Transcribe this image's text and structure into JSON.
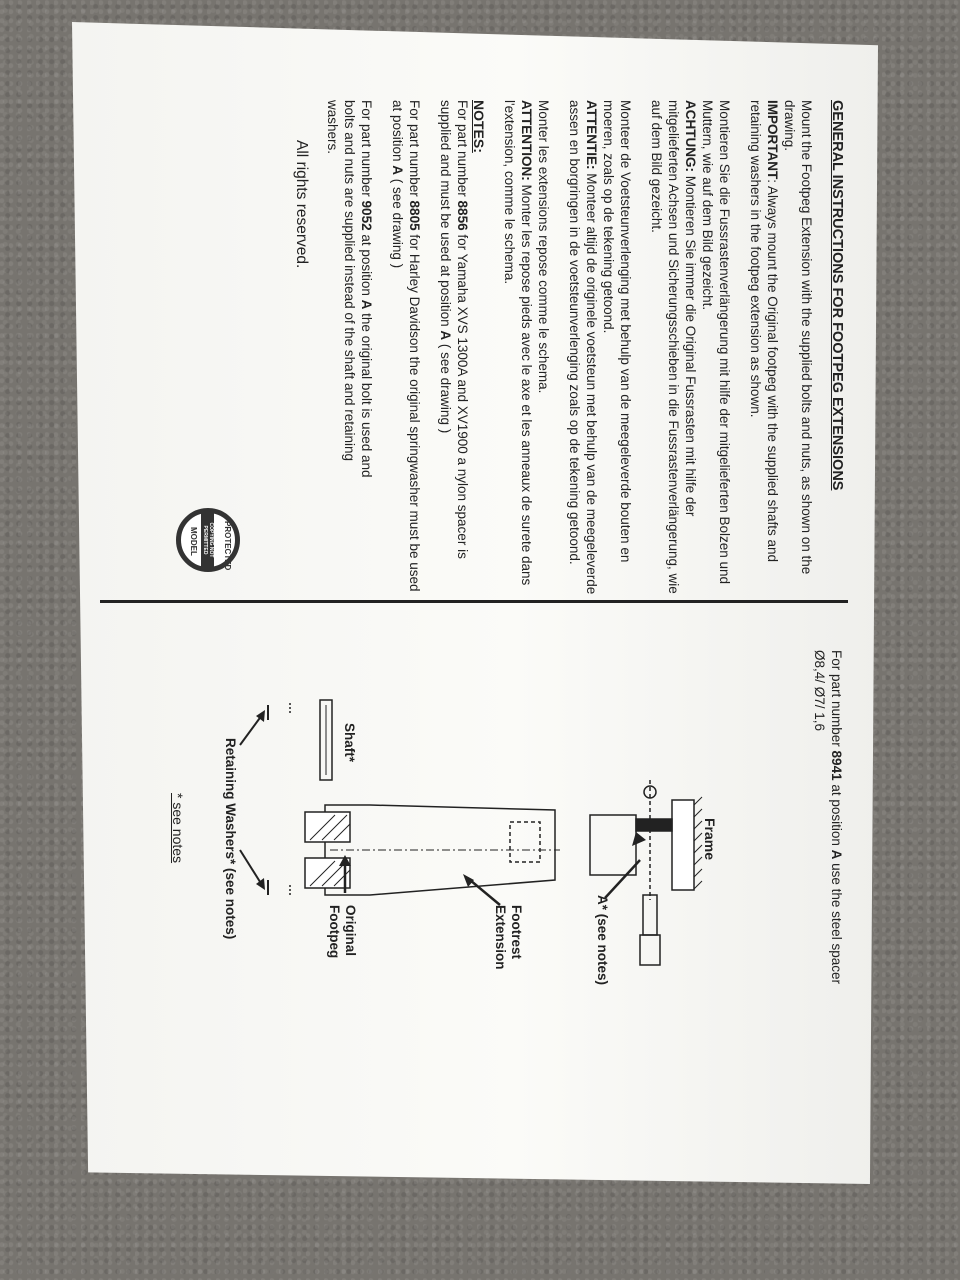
{
  "left_page": {
    "title": "GENERAL INSTRUCTIONS FOR FOOTPEG EXTENSIONS",
    "en": {
      "line1": "Mount the Footpeg Extension with the supplied bolts and nuts, as shown on the drawing.",
      "important_label": "IMPORTANT",
      "important_text": ": Always mount the Original footpeg with the supplied shafts and retaining washers in the footpeg extension as shown."
    },
    "de": {
      "line1": "Montieren Sie die Fussrastenverlängerung mit hilfe der mitgelieferten Bolzen und Muttern, wie auf dem Bild gezeicht.",
      "achtung_label": "ACHTUNG:",
      "achtung_text": " Montieren Sie immer die Original Fussrasten mit hilfe der mitgelieferten Achsen und Sicherungsschieben in die Fussrastenverlängerung, wie auf dem Bild gezeicht."
    },
    "nl": {
      "line1": "Monteer de Voetsteunverlenging met behulp van de meegeleverde bouten en moeren, zoals op de tekening getoond.",
      "attentie_label": "ATTENTIE:",
      "attentie_text": " Monteer altijd de originele voetsteun met behulp van de meegeleverde assen en borgringen in de voetsteunverlenging zoals op de tekening getoond."
    },
    "fr": {
      "line1": "Monter les extensions repose comme le schema.",
      "attention_label": "ATTENTION:",
      "attention_text": " Monter les repose pieds avec le axe et les anneaux de surete dans l'extension, comme le schema."
    },
    "notes": {
      "heading": "NOTES:",
      "n1_pre": "For part number ",
      "n1_part": "8856",
      "n1_mid": " for Yamaha XVS 1300A and XV1900 a nylon spacer is supplied and must be used at position ",
      "n1_pos": "A",
      "n1_post": " ( see drawing )",
      "n2_pre": "For part number ",
      "n2_part": "8805",
      "n2_mid": " for Harley Davidson the original springwasher must be used at position ",
      "n2_pos": "A",
      "n2_post": " ( see drawing )",
      "n3_pre": "For part number ",
      "n3_part": "9052",
      "n3_mid": " at position ",
      "n3_pos": "A",
      "n3_post": " the original bolt is used and bolts and nuts are supplied instead of the shaft and retaining washers."
    },
    "rights": "All rights reserved.",
    "stamp": {
      "top": "PROTECTED",
      "band": "COPYING NOT PERMITTED",
      "bottom": "MODEL"
    }
  },
  "right_page": {
    "note_pre": "For part number ",
    "note_part": "8941",
    "note_mid": " at position ",
    "note_pos": "A",
    "note_post": " use the steel spacer",
    "dims": "Ø8,4/ Ø7/ 1,6",
    "labels": {
      "frame": "Frame",
      "a": "A* (see notes)",
      "footrest_1": "Footrest",
      "footrest_2": "Extension",
      "original_1": "Original",
      "original_2": "Footpeg",
      "shaft": "Shaft*",
      "retaining": "Retaining Washers* (see notes)",
      "see_notes": "* see notes"
    }
  },
  "colors": {
    "ink": "#222222",
    "paper": "#f7f7f4",
    "carpet": "#77746f"
  }
}
